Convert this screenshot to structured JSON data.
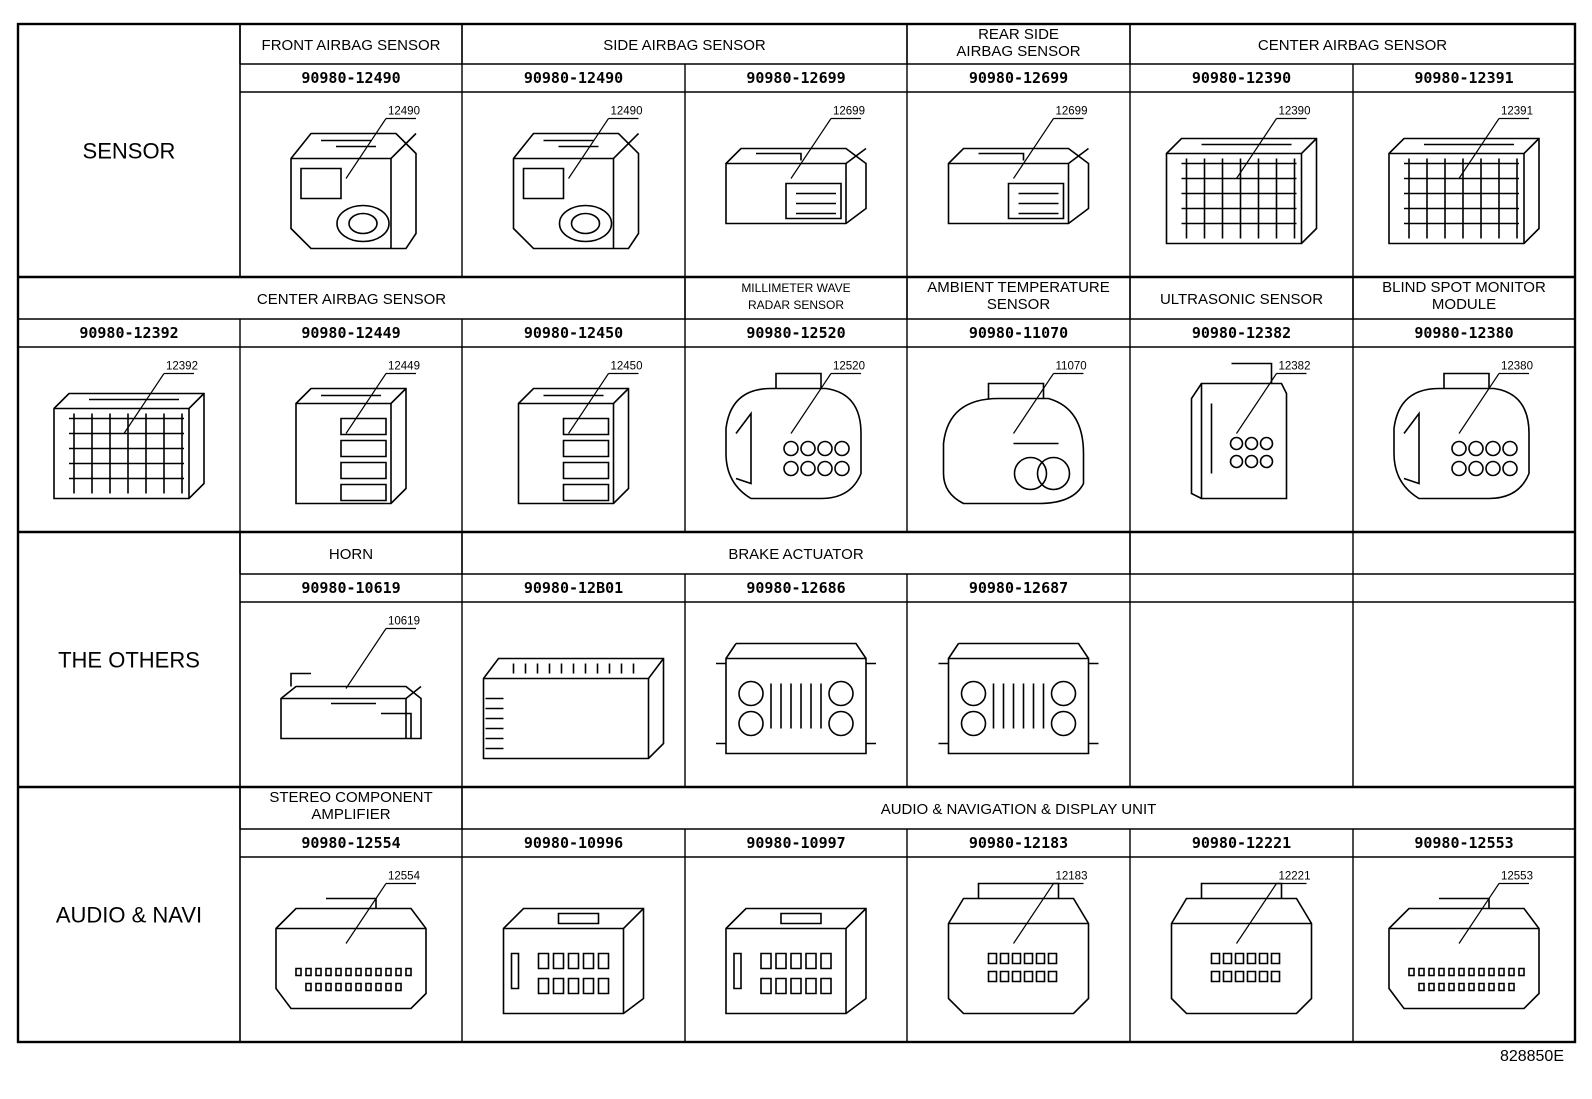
{
  "groups": [
    {
      "id": "sensor",
      "label": "SENSOR"
    },
    {
      "id": "others",
      "label": "THE OTHERS"
    },
    {
      "id": "audio",
      "label": "AUDIO & NAVI"
    }
  ],
  "headers": [
    {
      "text": "FRONT AIRBAG SENSOR"
    },
    {
      "text": "SIDE AIRBAG SENSOR"
    },
    {
      "text": "REAR SIDE\nAIRBAG SENSOR"
    },
    {
      "text": "CENTER AIRBAG SENSOR"
    },
    {
      "text": "CENTER AIRBAG SENSOR"
    },
    {
      "text": "MILLIMETER WAVE\nRADAR SENSOR"
    },
    {
      "text": "AMBIENT TEMPERATURE\nSENSOR"
    },
    {
      "text": "ULTRASONIC SENSOR"
    },
    {
      "text": "BLIND SPOT MONITOR\nMODULE"
    },
    {
      "text": "HORN"
    },
    {
      "text": "BRAKE ACTUATOR"
    },
    {
      "text": "STEREO COMPONENT\nAMPLIFIER"
    },
    {
      "text": "AUDIO & NAVIGATION & DISPLAY UNIT"
    }
  ],
  "cells": [
    {
      "part": "90980-12490",
      "callout": "12490",
      "shape": "airbag"
    },
    {
      "part": "90980-12490",
      "callout": "12490",
      "shape": "airbag"
    },
    {
      "part": "90980-12699",
      "callout": "12699",
      "shape": "slim"
    },
    {
      "part": "90980-12699",
      "callout": "12699",
      "shape": "slim"
    },
    {
      "part": "90980-12390",
      "callout": "12390",
      "shape": "block"
    },
    {
      "part": "90980-12391",
      "callout": "12391",
      "shape": "block"
    },
    {
      "part": "90980-12392",
      "callout": "12392",
      "shape": "block"
    },
    {
      "part": "90980-12449",
      "callout": "12449",
      "shape": "cube"
    },
    {
      "part": "90980-12450",
      "callout": "12450",
      "shape": "cube"
    },
    {
      "part": "90980-12520",
      "callout": "12520",
      "shape": "round"
    },
    {
      "part": "90980-11070",
      "callout": "11070",
      "shape": "ambient"
    },
    {
      "part": "90980-12382",
      "callout": "12382",
      "shape": "ultra"
    },
    {
      "part": "90980-12380",
      "callout": "12380",
      "shape": "round"
    },
    {
      "part": "90980-10619",
      "callout": "10619",
      "shape": "horn"
    },
    {
      "part": "90980-12B01",
      "callout": "",
      "shape": "long"
    },
    {
      "part": "90980-12686",
      "callout": "",
      "shape": "brake"
    },
    {
      "part": "90980-12687",
      "callout": "",
      "shape": "brake"
    },
    {
      "part": "",
      "callout": "",
      "shape": "none"
    },
    {
      "part": "",
      "callout": "",
      "shape": "none"
    },
    {
      "part": "90980-12554",
      "callout": "12554",
      "shape": "audio"
    },
    {
      "part": "90980-10996",
      "callout": "",
      "shape": "nav"
    },
    {
      "part": "90980-10997",
      "callout": "",
      "shape": "nav"
    },
    {
      "part": "90980-12183",
      "callout": "12183",
      "shape": "disp"
    },
    {
      "part": "90980-12221",
      "callout": "12221",
      "shape": "disp"
    },
    {
      "part": "90980-12553",
      "callout": "12553",
      "shape": "audio"
    }
  ],
  "reference_code": "828850E"
}
